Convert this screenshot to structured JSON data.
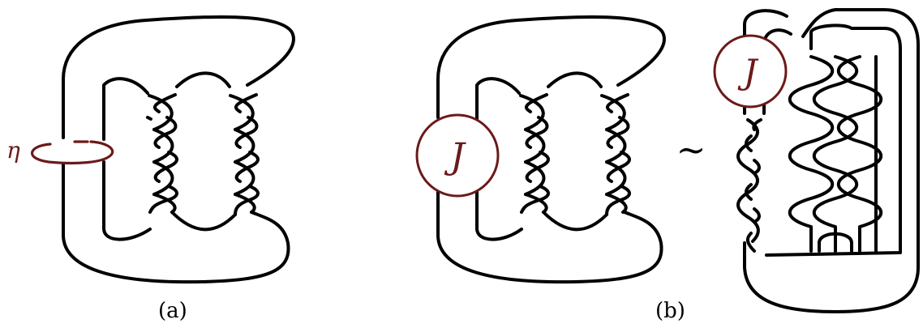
{
  "panel_a": {
    "caption": "(a)",
    "curve_label": "η"
  },
  "panel_b": {
    "caption": "(b)",
    "box_label_left": "J",
    "box_label_right": "J",
    "relation": "∼"
  },
  "colors": {
    "knot": "#000000",
    "accent": "#6b1a1a"
  }
}
